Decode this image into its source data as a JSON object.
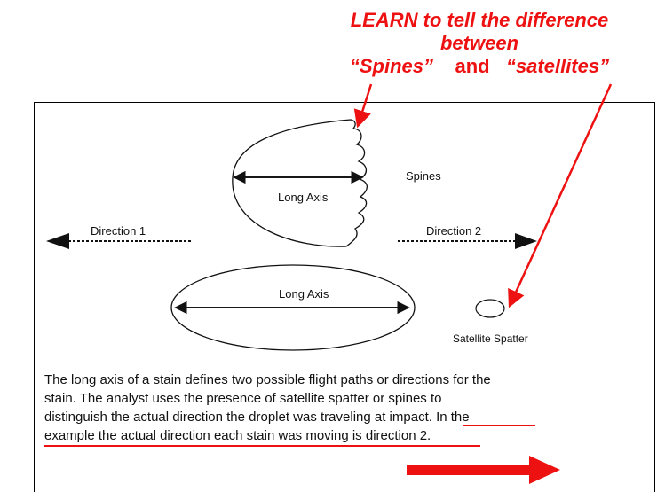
{
  "header": {
    "line1": "LEARN to tell the difference",
    "line2": "between",
    "spines_word": "“Spines”",
    "and_word": "and",
    "satellites_word": "“satellites”"
  },
  "diagram": {
    "spines_label": "Spines",
    "long_axis_top": "Long Axis",
    "long_axis_bottom": "Long Axis",
    "direction1": "Direction 1",
    "direction2": "Direction  2",
    "satellite_label": "Satellite Spatter"
  },
  "paragraph": {
    "line1": "The long axis of a stain defines two possible flight paths or directions for  the",
    "line2": "stain.  The analyst uses the presence of satellite spatter or spines to",
    "line3": "distinguish the actual direction the droplet was traveling at impact.  In the",
    "line4": "example the actual direction each stain was moving is direction  2."
  },
  "colors": {
    "accent": "#ee1111",
    "ink": "#111111"
  }
}
